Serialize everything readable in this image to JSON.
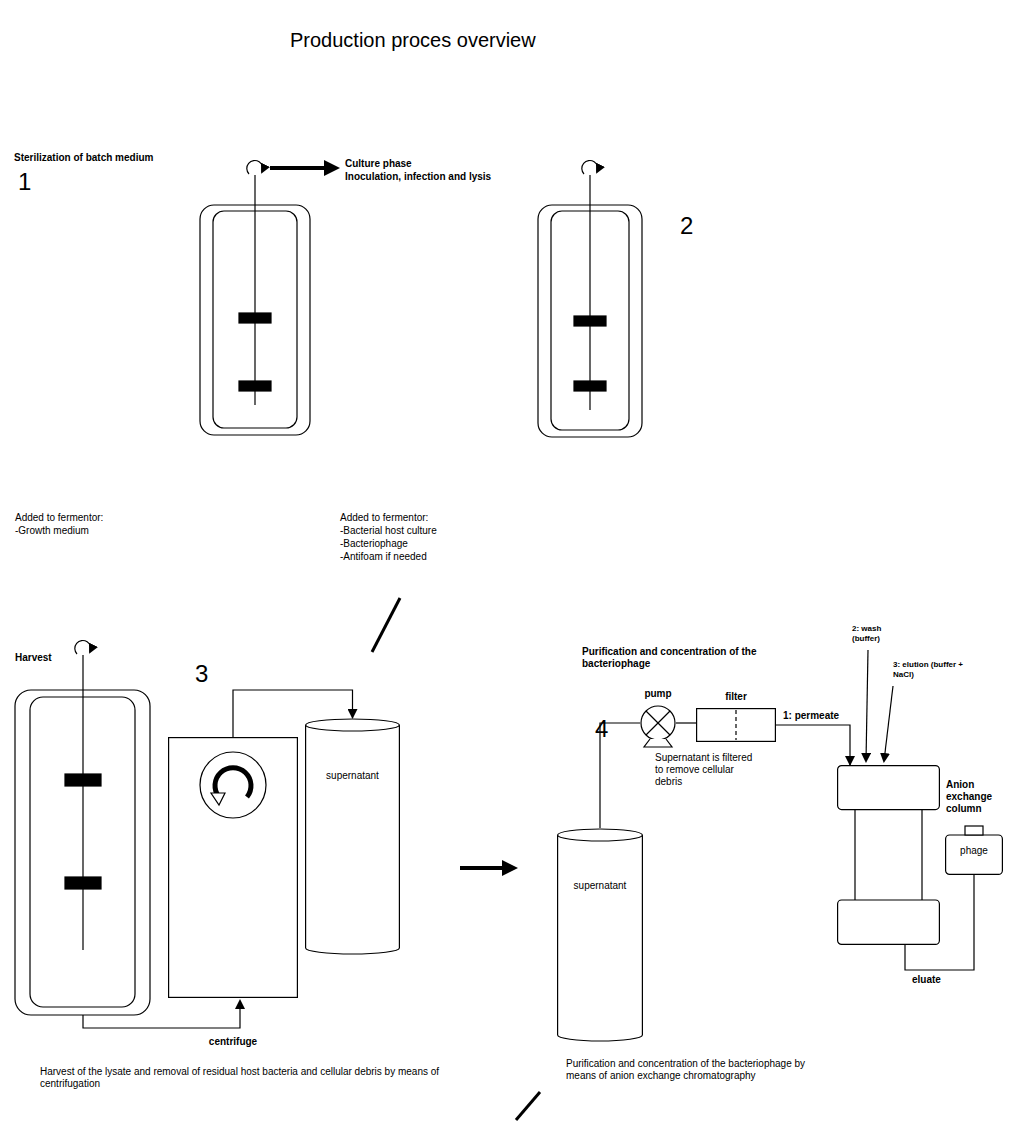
{
  "diagram": {
    "title": "Production proces overview",
    "nodes": [
      {
        "text": [
          "centrifuge"
        ]
      },
      {
        "text": [
          "supernatant"
        ]
      },
      {
        "text": [
          "supernatant"
        ]
      },
      {
        "text": [
          "pump"
        ]
      },
      {
        "text": [
          "filter"
        ]
      },
      {
        "text": [
          "Anion exchange column"
        ]
      },
      {
        "text": [
          "phage"
        ]
      }
    ],
    "edges": [
      {
        "from": 0,
        "to": 1,
        "arrow": "to"
      },
      {
        "from": 2,
        "to": 3,
        "arrow": "none"
      },
      {
        "from": 3,
        "to": 4,
        "arrow": "none"
      },
      {
        "from": 4,
        "to": 5,
        "label": "1: permeate",
        "arrow": "to"
      },
      {
        "from": 5,
        "to": 6,
        "label": "eluate",
        "arrow": "none"
      }
    ],
    "labels": [
      "Sterilization of batch medium",
      "1",
      "Culture phase",
      "Inoculation, infection and lysis",
      "2",
      "Added to fermentor:",
      "-Growth medium",
      "Added to fermentor:",
      "-Bacterial host culture",
      "-Bacteriophage",
      "-Antifoam if needed",
      "Harvest",
      "3",
      "Harvest of the lysate and removal of residual host bacteria and cellular debris by means of centrifugation",
      "Purification and concentration of the bacteriophage",
      "4",
      "2: wash (buffer)",
      "3: elution (buffer + NaCl)",
      "Supernatant is filtered to remove cellular debris",
      "Purification and concentration of the bacteriophage by means of anion exchange chromatography"
    ]
  }
}
